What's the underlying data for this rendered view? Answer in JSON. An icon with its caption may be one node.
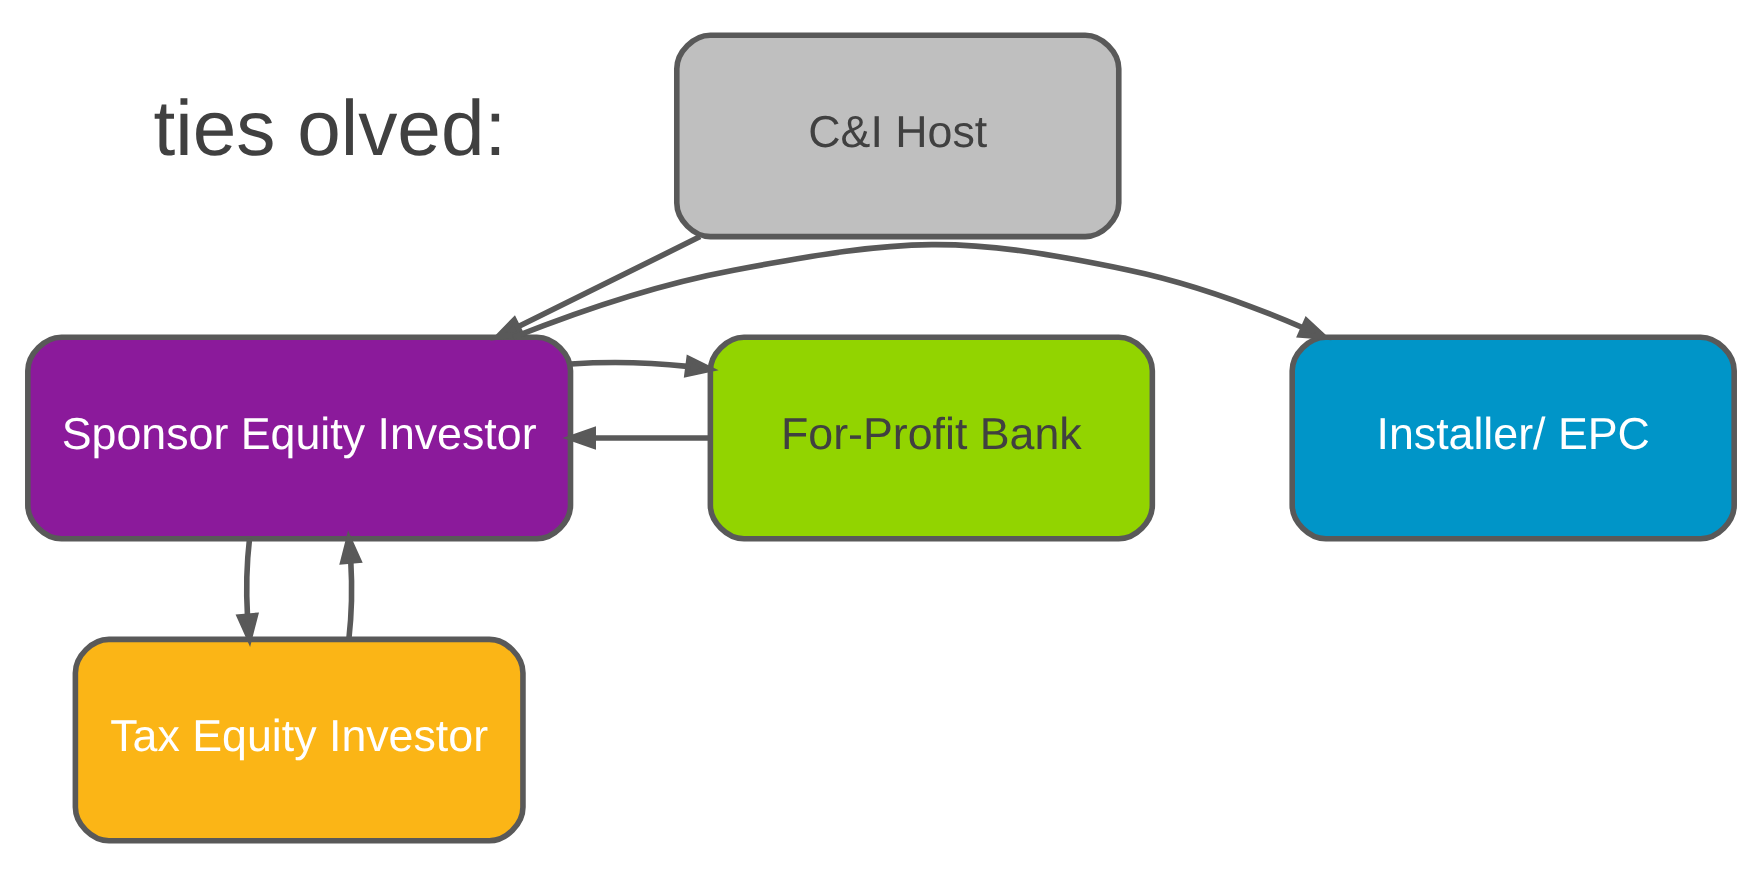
{
  "diagram": {
    "nodes": [
      {
        "text": [
          "C&I Host"
        ]
      },
      {
        "text": [
          "For-Profit Bank"
        ]
      },
      {
        "text": [
          "Sponsor Equity Investor"
        ]
      },
      {
        "text": [
          "Installer/ EPC"
        ]
      },
      {
        "text": [
          "Tax Equity Investor"
        ]
      }
    ],
    "edges": [
      {
        "from": 0,
        "to": 2,
        "arrow": "to"
      },
      {
        "from": 1,
        "to": 2,
        "arrow": "to"
      },
      {
        "from": 2,
        "to": 1,
        "arrow": "to"
      },
      {
        "from": 2,
        "to": 3,
        "arrow": "to"
      },
      {
        "from": 2,
        "to": 4,
        "arrow": "to"
      },
      {
        "from": 4,
        "to": 2,
        "arrow": "to"
      }
    ],
    "labels": [
      "ties olved:"
    ]
  }
}
